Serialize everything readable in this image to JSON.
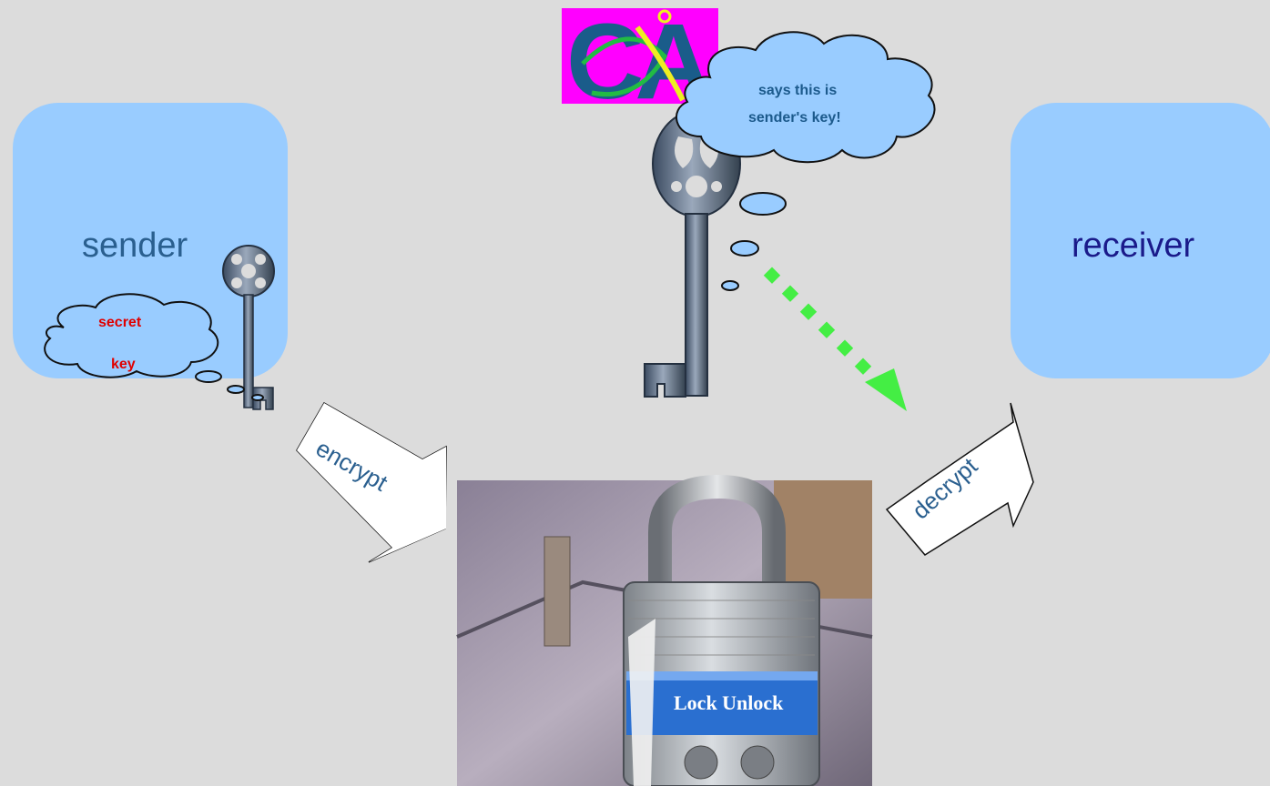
{
  "sender": {
    "label": "sender"
  },
  "receiver": {
    "label": "receiver"
  },
  "secret_cloud": {
    "line1": "secret",
    "line2": "key"
  },
  "ca": {
    "logo_text": "CA",
    "cloud_line1": "says this is",
    "cloud_line2": "sender's key!"
  },
  "arrows": {
    "encrypt": "encrypt",
    "decrypt": "decrypt"
  },
  "lock": {
    "brand": "Lock Unlock"
  },
  "colors": {
    "background": "#dcdcdc",
    "box_fill": "#99ccff",
    "sender_text": "#2a5f8f",
    "receiver_text": "#1a1a8a",
    "secret_text": "#e00000",
    "ca_cloud_text": "#1c5a8c",
    "cloud_fill": "#99ccff",
    "ca_logo_bg": "#ff00ff",
    "ca_logo_letters": "#1a5c8a",
    "dotted_arrow": "#44ee44"
  }
}
